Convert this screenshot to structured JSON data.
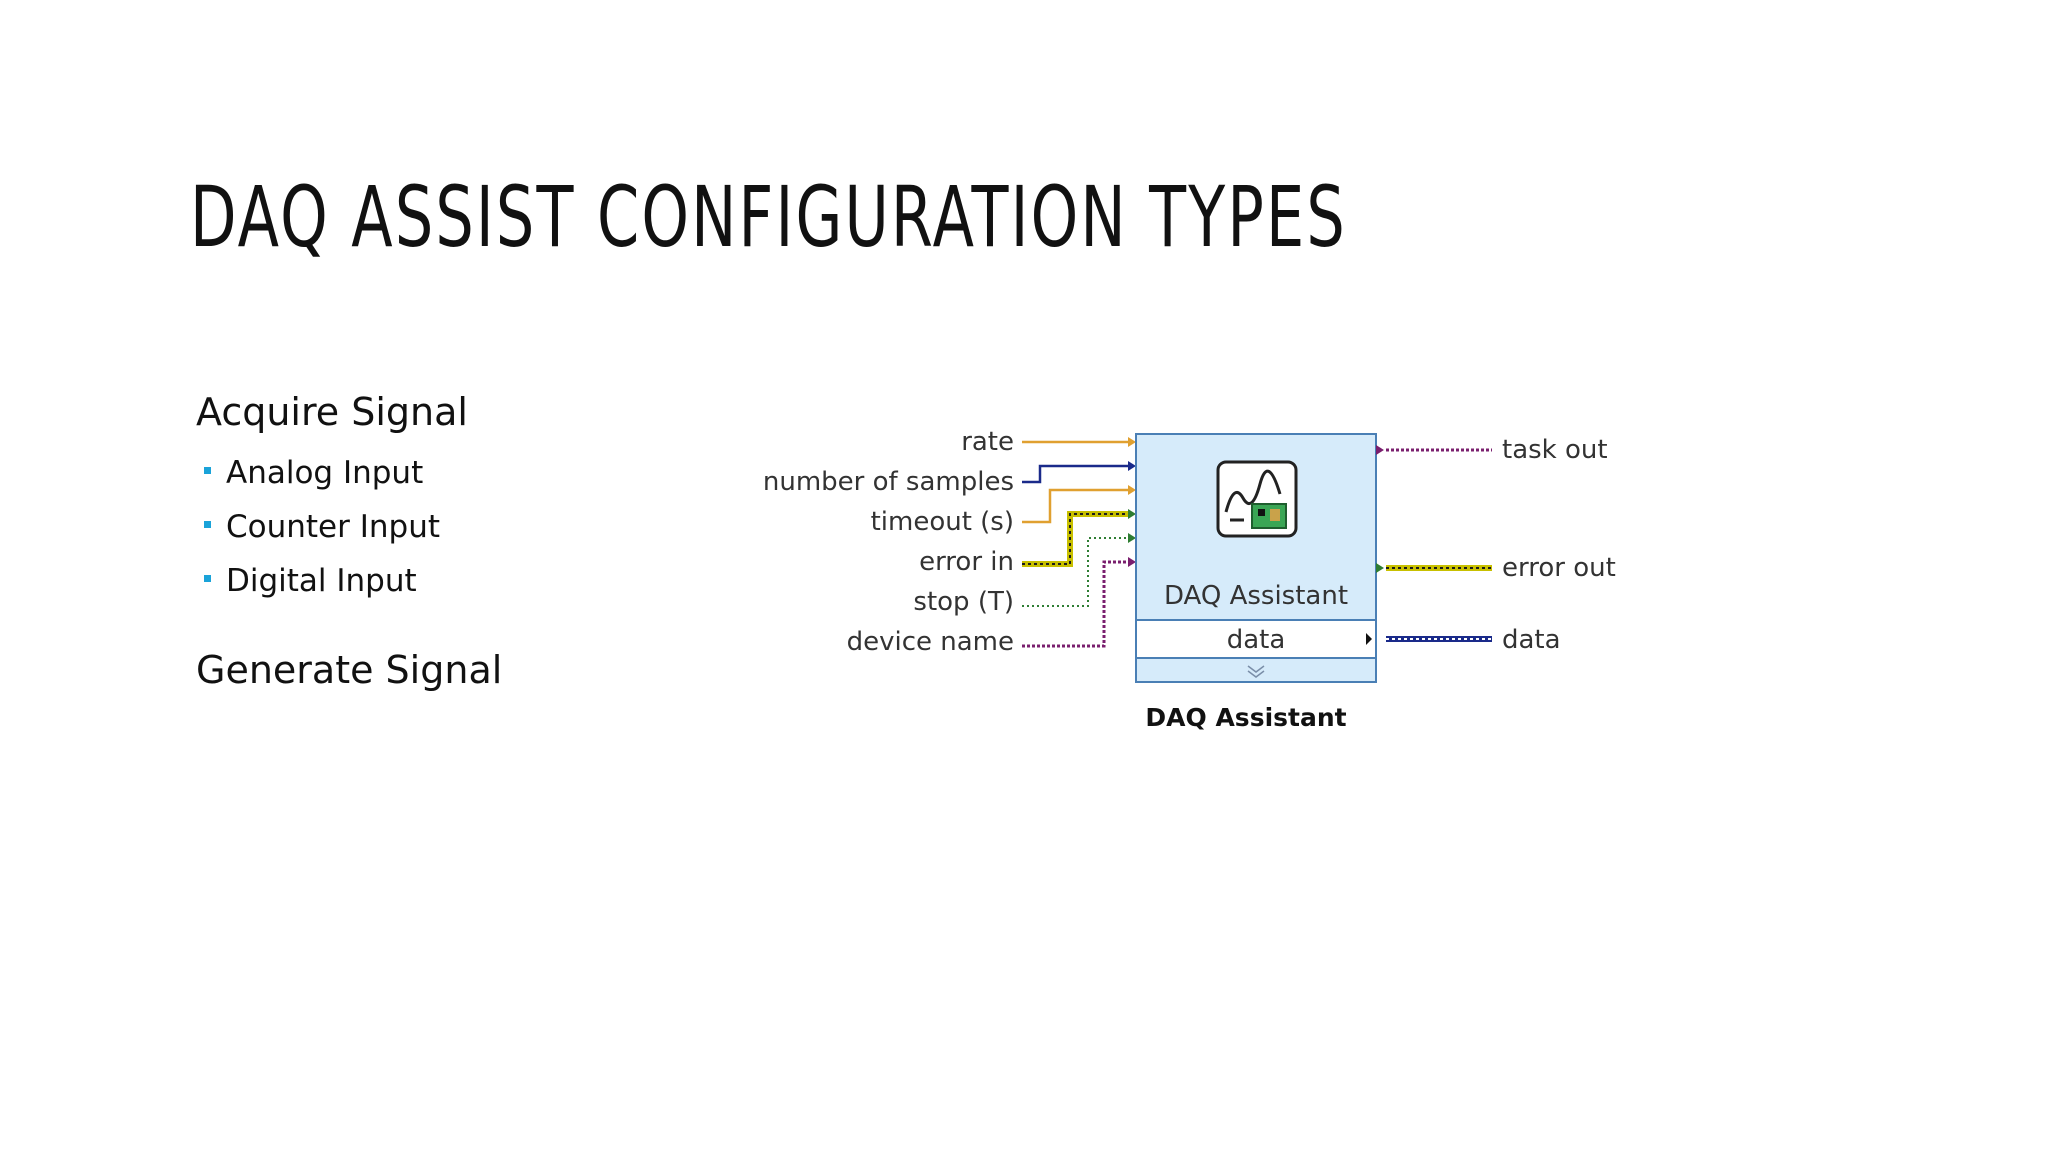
{
  "title": "DAQ ASSIST CONFIGURATION TYPES",
  "sections": [
    {
      "heading": "Acquire Signal",
      "bullets": [
        "Analog Input",
        "Counter Input",
        "Digital Input"
      ]
    },
    {
      "heading": "Generate Signal",
      "bullets": []
    }
  ],
  "diagram": {
    "inputs": [
      "rate",
      "number of samples",
      "timeout (s)",
      "error in",
      "stop (T)",
      "device name"
    ],
    "outputs": [
      "task out",
      "error out",
      "data"
    ],
    "block_title": "DAQ Assistant",
    "data_row_label": "data",
    "caption": "DAQ Assistant",
    "colors": {
      "block_fill": "#d6ebfa",
      "block_border": "#4a7fb5",
      "orange_wire": "#e0a030",
      "blue_wire": "#1a2a8a",
      "yellow_wire": "#c8c000",
      "green_wire": "#2e7d32",
      "purple_wire": "#7a1f6e",
      "bullet_accent": "#1aa3d9"
    }
  }
}
